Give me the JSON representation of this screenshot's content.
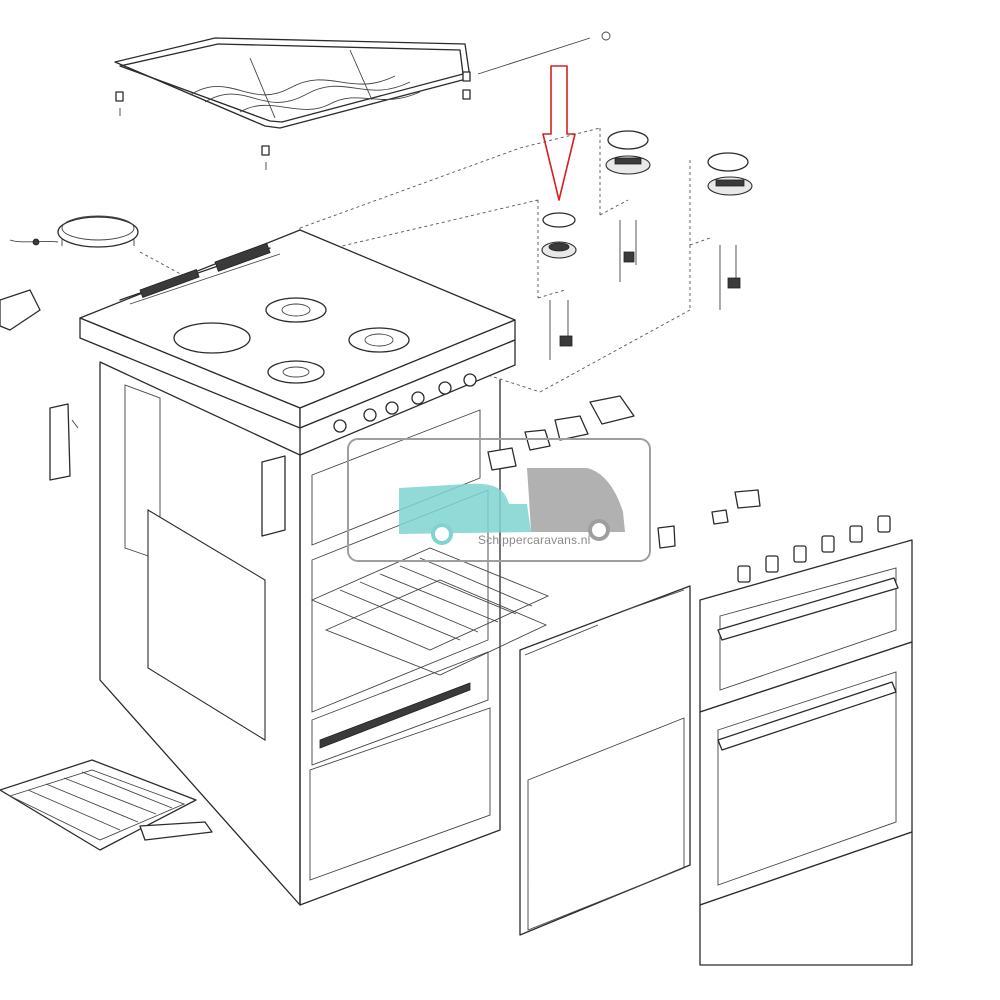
{
  "diagram": {
    "kind": "exploded-parts-view",
    "subject": "freestanding cooker with gas hob and double oven",
    "highlight": {
      "indicator": "arrow",
      "color": "#d62020",
      "target": "burner-cap-and-head"
    }
  },
  "watermark": {
    "text": "Schippercaravans.nl",
    "accent_color": "#7fd3d1",
    "gray_color": "#9e9e9e"
  }
}
